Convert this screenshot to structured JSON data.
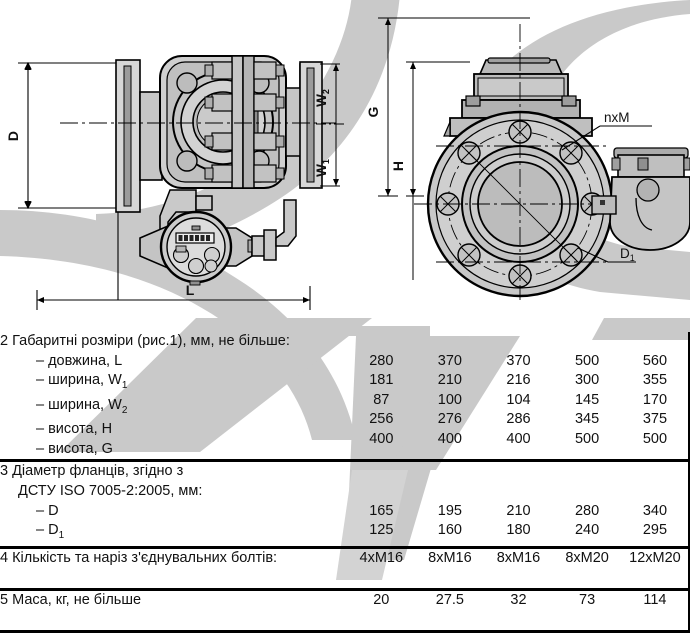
{
  "document": {
    "kind": "technical-datasheet-excerpt",
    "language": "uk"
  },
  "figures": {
    "figure_left": {
      "name": "side-view-flanged-water-meter",
      "dimension_labels": [
        "D",
        "L",
        "W1",
        "W2"
      ],
      "caption_ref": "рис.1"
    },
    "figure_right": {
      "name": "front-view-flange-bolt-circle",
      "dimension_labels": [
        "G",
        "H",
        "nxM",
        "D1"
      ]
    }
  },
  "labels": {
    "D": "D",
    "L": "L",
    "W": "W",
    "W1_sub": "1",
    "W2_sub": "2",
    "G": "G",
    "H": "H",
    "nxM": "nxM",
    "D1_base": "D",
    "D1_sub": "1"
  },
  "table": {
    "columns": [
      "",
      "c1",
      "c2",
      "c3",
      "c4",
      "c5"
    ],
    "rows": [
      {
        "id": "row-2-overall-dimensions",
        "number": "2",
        "heading": "2 Габаритні розміри (рис.1), мм, не більше:",
        "items": [
          {
            "label": "– довжина, L",
            "label_text": "– довжина, L",
            "base": "– довжина, L",
            "sub": "",
            "values": [
              "280",
              "370",
              "370",
              "500",
              "560"
            ]
          },
          {
            "label": "– ширина, W₁",
            "base": "– ширина, W",
            "sub": "1",
            "values": [
              "181",
              "210",
              "216",
              "300",
              "355"
            ]
          },
          {
            "label": "– ширина, W₂",
            "base": "– ширина, W",
            "sub": "2",
            "values": [
              "87",
              "100",
              "104",
              "145",
              "170"
            ]
          },
          {
            "label": "– висота, H",
            "base": "– висота, H",
            "sub": "",
            "values": [
              "256",
              "276",
              "286",
              "345",
              "375"
            ]
          },
          {
            "label": "– висота, G",
            "base": "– висота, G",
            "sub": "",
            "values": [
              "400",
              "400",
              "400",
              "500",
              "500"
            ]
          }
        ]
      },
      {
        "id": "row-3-flange-diameter",
        "number": "3",
        "heading_line1": "3  Діаметр фланців, згідно з",
        "heading_line2": "ДСТУ ISO 7005-2:2005, мм:",
        "items": [
          {
            "label": "– D",
            "base": "– D",
            "sub": "",
            "values": [
              "165",
              "195",
              "210",
              "280",
              "340"
            ]
          },
          {
            "label": "– D₁",
            "base": "– D",
            "sub": "1",
            "values": [
              "125",
              "160",
              "180",
              "240",
              "295"
            ]
          }
        ]
      },
      {
        "id": "row-4-bolts",
        "number": "4",
        "heading": "4 Кількість та наріз з'єднувальних болтів:",
        "values": [
          "4хМ16",
          "8хМ16",
          "8хМ16",
          "8хМ20",
          "12хМ20"
        ]
      },
      {
        "id": "row-5-mass",
        "number": "5",
        "heading": "5 Маса, кг, не більше",
        "values": [
          "20",
          "27.5",
          "32",
          "73",
          "114"
        ]
      }
    ]
  },
  "colors": {
    "ink": "#111111",
    "rule": "#000000",
    "watermark": "#c8c8c8",
    "metal_light": "#d9d9d9",
    "metal_mid": "#b8b8b8",
    "metal_dark": "#8f8f8f",
    "paper": "#ffffff"
  }
}
